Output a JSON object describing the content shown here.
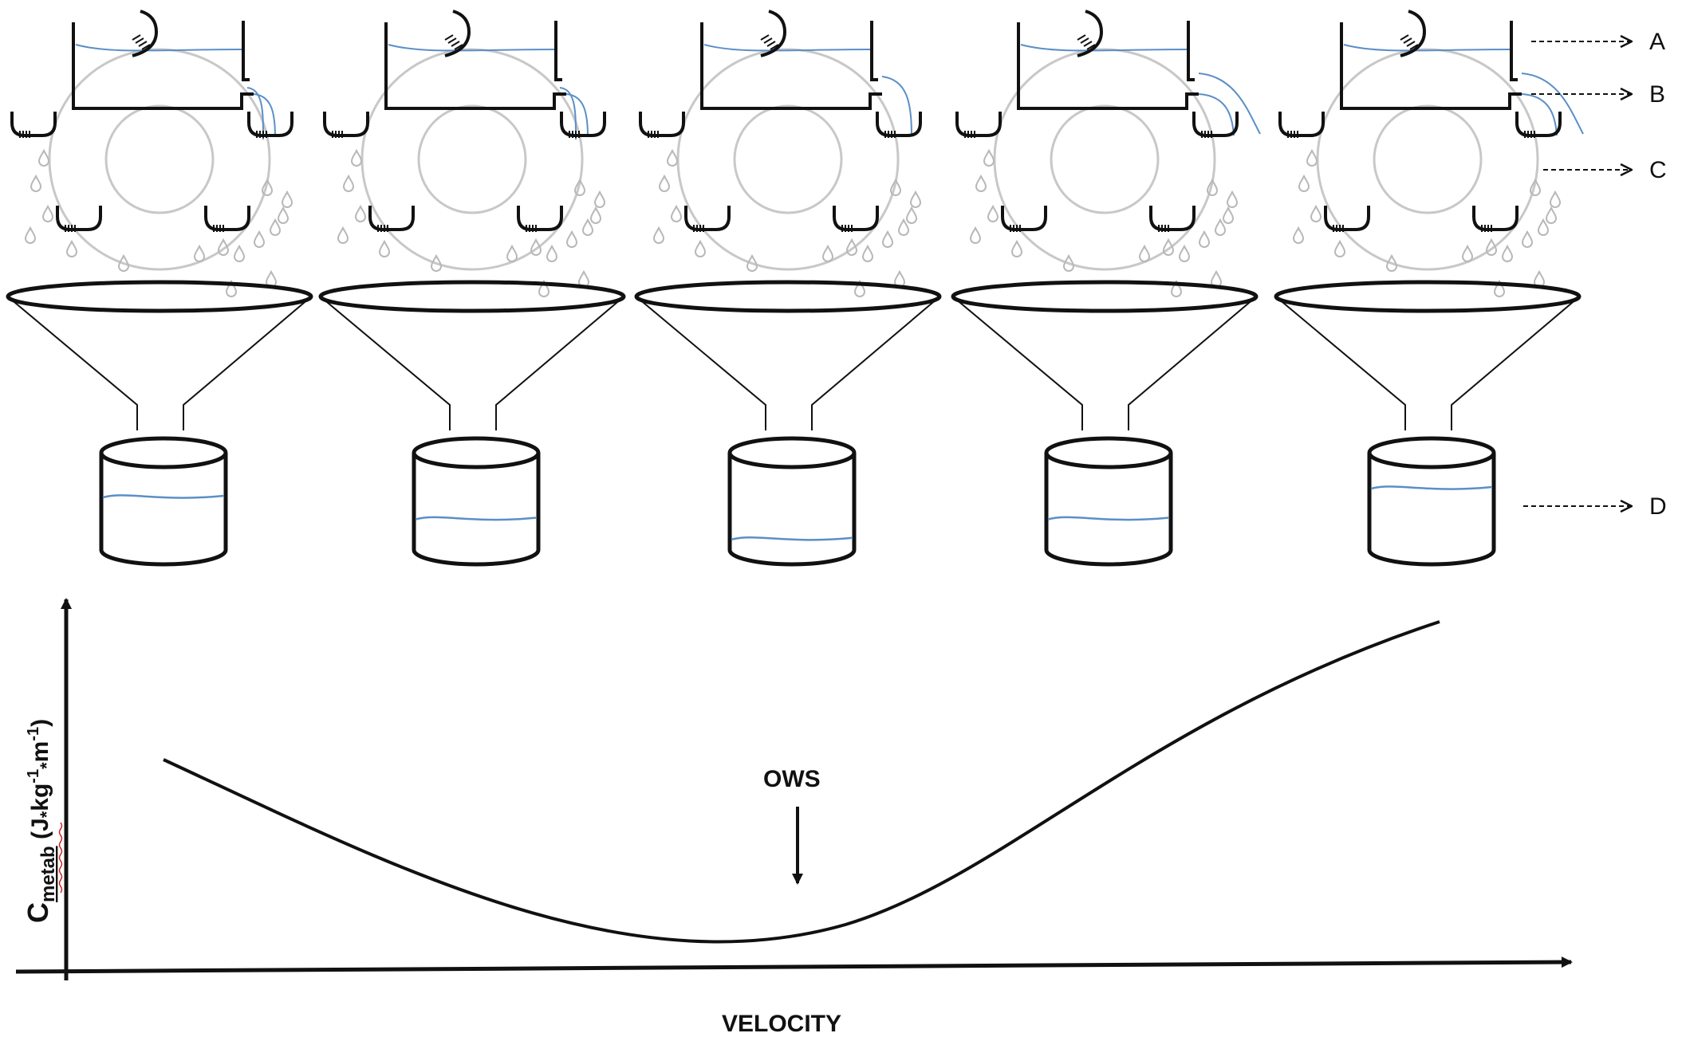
{
  "labels": {
    "a": "A",
    "b": "B",
    "c": "C",
    "d": "D",
    "ows": "OWS",
    "x_axis": "VELOCITY",
    "y_axis_main": "C",
    "y_axis_sub": "metab",
    "y_axis_units_open": " (J",
    "y_axis_star1": "*",
    "y_axis_kg": "kg",
    "y_axis_exp1": "-1",
    "y_axis_star2": "*",
    "y_axis_m": "m",
    "y_axis_exp2": "-1",
    "y_axis_close": ")"
  },
  "panels": [
    {
      "id": 1,
      "outflow_level": "low",
      "cup_fill": 0.6
    },
    {
      "id": 2,
      "outflow_level": "low",
      "cup_fill": 0.35
    },
    {
      "id": 3,
      "outflow_level": "medium",
      "cup_fill": 0.12
    },
    {
      "id": 4,
      "outflow_level": "high",
      "cup_fill": 0.35
    },
    {
      "id": 5,
      "outflow_level": "high",
      "cup_fill": 0.7
    }
  ],
  "colors": {
    "line": "#111111",
    "water": "#5b8fc7",
    "wheel": "#c8c8c8",
    "drop": "#b8b8b8"
  }
}
